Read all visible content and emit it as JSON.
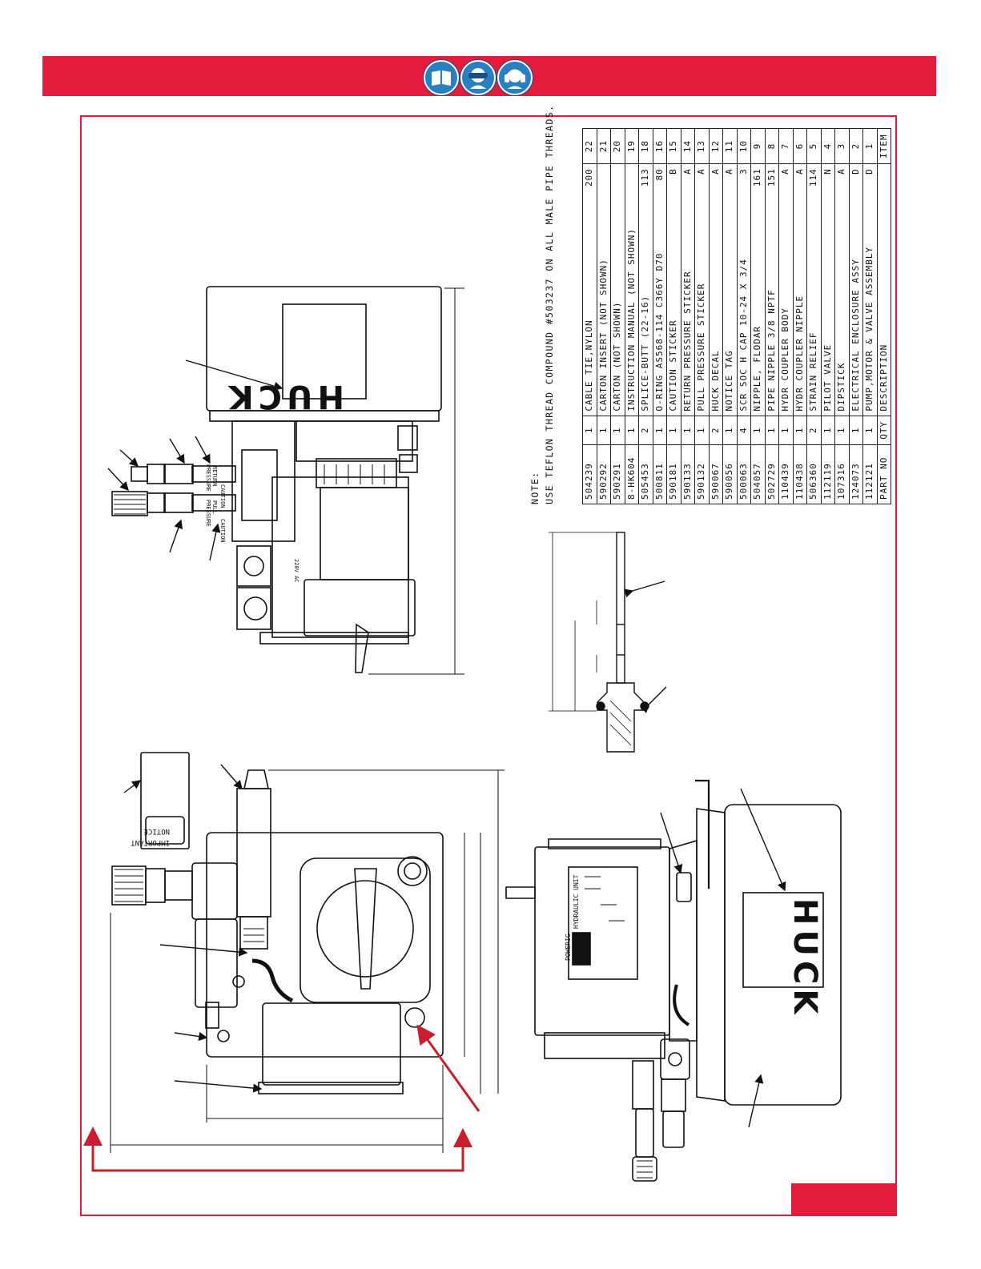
{
  "note": {
    "label": "NOTE:",
    "text": "USE TEFLON THREAD COMPOUND #503237 ON ALL MALE PIPE THREADS."
  },
  "parts_header": {
    "part_no": "PART NO",
    "qty": "QTY",
    "description": "DESCRIPTION",
    "item": "ITEM"
  },
  "parts": [
    {
      "part_no": "504239",
      "qty": "1",
      "description": "CABLE TIE,NYLON",
      "rev": "200",
      "item": "22"
    },
    {
      "part_no": "590292",
      "qty": "1",
      "description": "CARTON INSERT        (NOT SHOWN)",
      "rev": "",
      "item": "21"
    },
    {
      "part_no": "590291",
      "qty": "1",
      "description": "CARTON               (NOT SHOWN)",
      "rev": "",
      "item": "20"
    },
    {
      "part_no": "8-HK604",
      "qty": "1",
      "description": "INSTRUCTION MANUAL  (NOT SHOWN)",
      "rev": "",
      "item": "19"
    },
    {
      "part_no": "505453",
      "qty": "2",
      "description": "SPLICE-BUTT (22-16)",
      "rev": "113",
      "item": "18"
    },
    {
      "part_no": "500811",
      "qty": "1",
      "description": "O-RING AS568-114 C366Y D70",
      "rev": "80",
      "item": "16"
    },
    {
      "part_no": "590181",
      "qty": "1",
      "description": "CAUTION STICKER",
      "rev": "B",
      "item": "15"
    },
    {
      "part_no": "590133",
      "qty": "1",
      "description": "RETURN PRESSURE STICKER",
      "rev": "A",
      "item": "14"
    },
    {
      "part_no": "590132",
      "qty": "1",
      "description": "PULL PRESSURE STICKER",
      "rev": "A",
      "item": "13"
    },
    {
      "part_no": "590067",
      "qty": "2",
      "description": "HUCK DECAL",
      "rev": "A",
      "item": "12"
    },
    {
      "part_no": "590056",
      "qty": "1",
      "description": "NOTICE TAG",
      "rev": "A",
      "item": "11"
    },
    {
      "part_no": "500063",
      "qty": "4",
      "description": "SCR SOC H CAP 10-24 X 3/4",
      "rev": "3",
      "item": "10"
    },
    {
      "part_no": "504057",
      "qty": "1",
      "description": "NIPPLE, FLODAR",
      "rev": "161",
      "item": "9"
    },
    {
      "part_no": "502729",
      "qty": "1",
      "description": "PIPE NIPPLE 3/8 NPTF",
      "rev": "151",
      "item": "8"
    },
    {
      "part_no": "110439",
      "qty": "1",
      "description": "HYDR COUPLER BODY",
      "rev": "A",
      "item": "7"
    },
    {
      "part_no": "110438",
      "qty": "1",
      "description": "HYDR COUPLER NIPPLE",
      "rev": "A",
      "item": "6"
    },
    {
      "part_no": "506360",
      "qty": "2",
      "description": "STRAIN RELIEF",
      "rev": "114",
      "item": "5"
    },
    {
      "part_no": "112119",
      "qty": "1",
      "description": "PILOT VALVE",
      "rev": "N",
      "item": "4"
    },
    {
      "part_no": "107316",
      "qty": "1",
      "description": "DIPSTICK",
      "rev": "A",
      "item": "3"
    },
    {
      "part_no": "124073",
      "qty": "1",
      "description": "ELECTRICAL ENCLOSURE ASSY",
      "rev": "D",
      "item": "2"
    },
    {
      "part_no": "112121",
      "qty": "1",
      "description": "PUMP,MOTOR & VALVE ASSEMBLY",
      "rev": "D",
      "item": "1"
    }
  ],
  "drawing_labels": {
    "huck_decal": "HUCK",
    "sticker_caution": "CAUTION",
    "sticker_return": "RETURN",
    "sticker_pull": "PULL",
    "sticker_pressure": "PRESSURE",
    "voltage": "220V AC",
    "notice_tag_important": "IMPORTANT",
    "notice_tag_notice": "NOTICE",
    "panel_brand": "POWERIG",
    "panel_unit": "HYDRAULIC UNIT"
  },
  "colors": {
    "brand_red": "#e31b3d",
    "safety_blue": "#2a7fc1"
  },
  "icons": [
    "manual-icon",
    "eye-protection-icon",
    "ear-protection-icon"
  ]
}
